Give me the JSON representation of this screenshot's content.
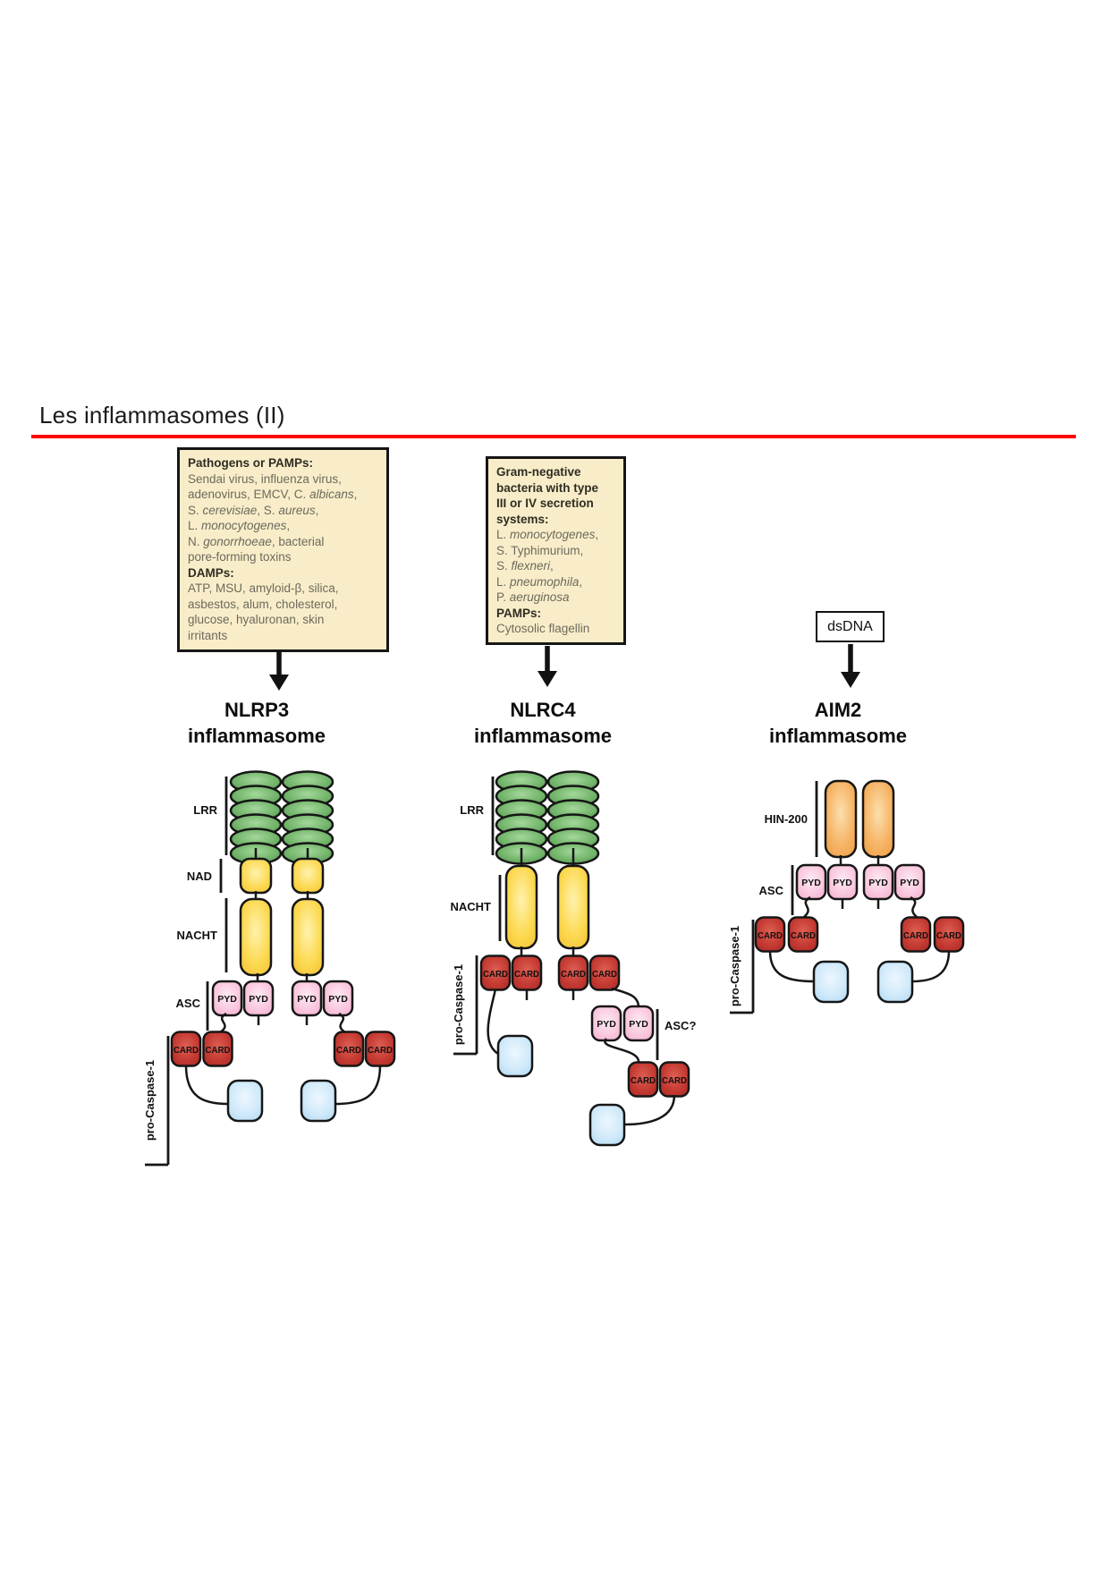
{
  "page": {
    "title": "Les inflammasomes (II)",
    "divider_color": "#fe0000",
    "background": "#ffffff"
  },
  "stimuli": {
    "nlrp3_box_lines": [
      [
        {
          "t": "Pathogens or PAMPs:",
          "b": true
        }
      ],
      [
        {
          "t": "Sendai virus, influenza virus,"
        }
      ],
      [
        {
          "t": "adenovirus, EMCV, C. "
        },
        {
          "t": "albicans",
          "i": true
        },
        {
          "t": ","
        }
      ],
      [
        {
          "t": "S. "
        },
        {
          "t": "cerevisiae",
          "i": true
        },
        {
          "t": ", S. "
        },
        {
          "t": "aureus",
          "i": true
        },
        {
          "t": ","
        }
      ],
      [
        {
          "t": "L. "
        },
        {
          "t": "monocytogenes",
          "i": true
        },
        {
          "t": ","
        }
      ],
      [
        {
          "t": "N. "
        },
        {
          "t": "gonorrhoeae",
          "i": true
        },
        {
          "t": ", bacterial"
        }
      ],
      [
        {
          "t": "pore-forming toxins"
        }
      ],
      [
        {
          "t": "DAMPs:",
          "b": true
        }
      ],
      [
        {
          "t": "ATP, MSU, amyloid-β, silica,"
        }
      ],
      [
        {
          "t": "asbestos, alum, cholesterol,"
        }
      ],
      [
        {
          "t": "glucose, hyaluronan, skin"
        }
      ],
      [
        {
          "t": "irritants"
        }
      ]
    ],
    "nlrc4_box_lines": [
      [
        {
          "t": "Gram-negative",
          "b": true
        }
      ],
      [
        {
          "t": "bacteria with type",
          "b": true
        }
      ],
      [
        {
          "t": "III or IV secretion",
          "b": true
        }
      ],
      [
        {
          "t": "systems:",
          "b": true
        }
      ],
      [
        {
          "t": "L. "
        },
        {
          "t": "monocytogenes",
          "i": true
        },
        {
          "t": ","
        }
      ],
      [
        {
          "t": "S. Typhimurium,"
        }
      ],
      [
        {
          "t": "S. "
        },
        {
          "t": "flexneri",
          "i": true
        },
        {
          "t": ","
        }
      ],
      [
        {
          "t": "L. "
        },
        {
          "t": "pneumophila",
          "i": true
        },
        {
          "t": ","
        }
      ],
      [
        {
          "t": "P. "
        },
        {
          "t": "aeruginosa",
          "i": true
        }
      ],
      [
        {
          "t": "PAMPs:",
          "b": true
        }
      ],
      [
        {
          "t": "Cytosolic flagellin"
        }
      ]
    ],
    "aim2_label": "dsDNA"
  },
  "inflammasomes": [
    {
      "name": "NLRP3",
      "domains": [
        "LRR",
        "NAD",
        "NACHT",
        "ASC (PYD)",
        "pro-Caspase-1 (CARD)"
      ]
    },
    {
      "name": "NLRC4",
      "domains": [
        "LRR",
        "NACHT",
        "pro-Caspase-1 (CARD)",
        "ASC? (PYD)"
      ]
    },
    {
      "name": "AIM2",
      "domains": [
        "HIN-200",
        "ASC (PYD)",
        "pro-Caspase-1 (CARD)"
      ]
    }
  ],
  "labels": {
    "inflammasome": "inflammasome",
    "lrr": "LRR",
    "nad": "NAD",
    "nacht": "NACHT",
    "asc": "ASC",
    "asc_question": "ASC?",
    "hin200": "HIN-200",
    "pro_caspase1": "pro-Caspase-1",
    "pyd": "PYD",
    "card": "CARD"
  },
  "colors": {
    "lrr_green": "#6fb267",
    "nbd_yellow": "#fcd951",
    "pyd_pink": "#fac7de",
    "card_red": "#c63c34",
    "caspase_blue": "#cfe9fa",
    "hin_orange": "#f6b465",
    "stimuli_box_bg": "#f9edc9"
  }
}
